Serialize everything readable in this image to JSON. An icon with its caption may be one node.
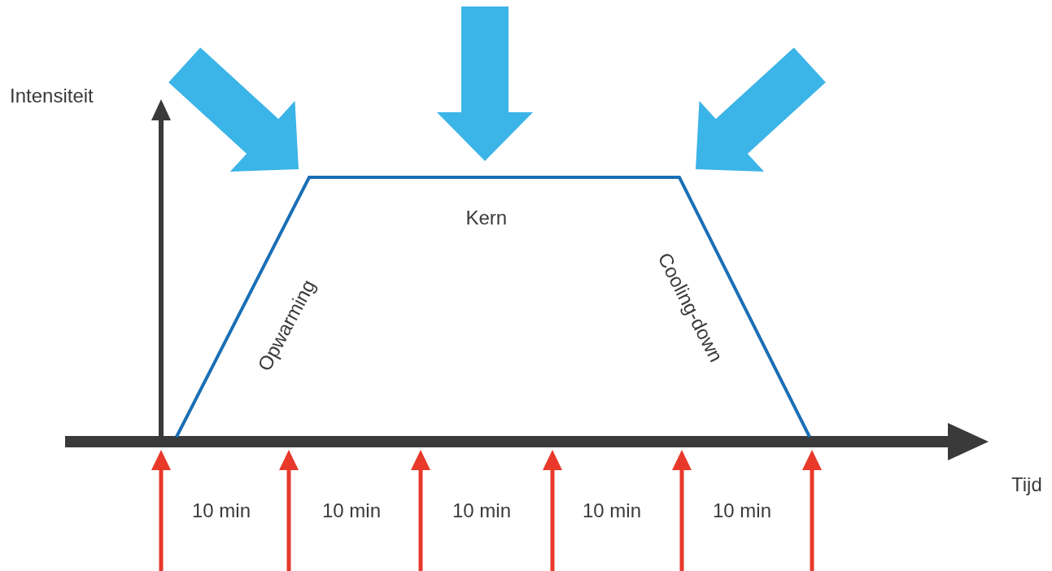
{
  "diagram": {
    "labels": [
      "Intensiteit",
      "Kern",
      "Opwarming",
      "Cooling-down",
      "Tijd",
      "10 min",
      "10 min",
      "10 min",
      "10 min",
      "10 min"
    ]
  }
}
